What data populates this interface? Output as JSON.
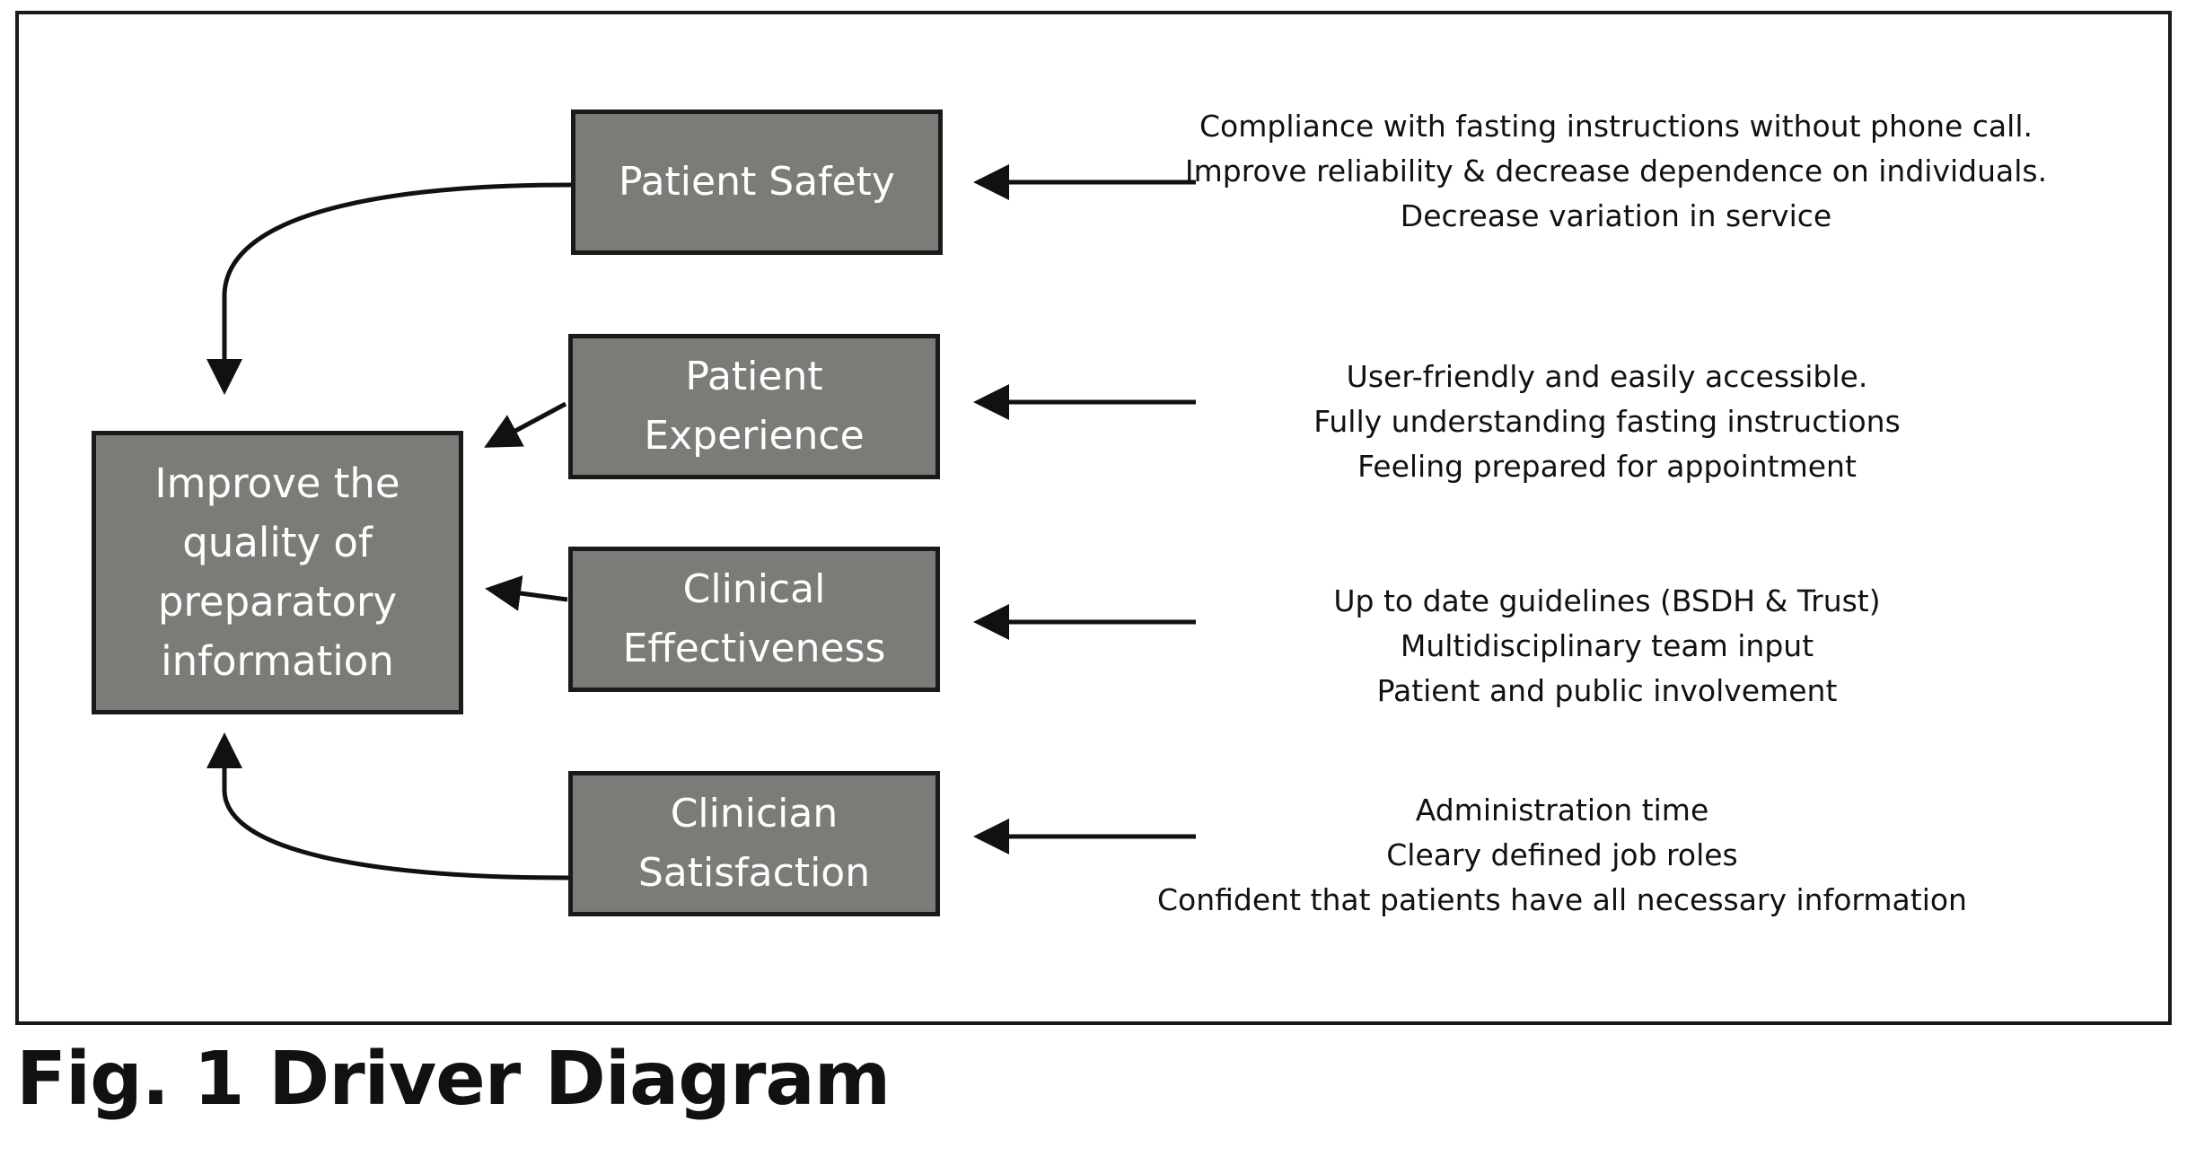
{
  "outcome": {
    "label": "Improve the\nquality of\npreparatory\ninformation"
  },
  "drivers": [
    {
      "label": "Patient Safety",
      "reasons": [
        "Compliance with fasting instructions without phone call.",
        "Improve reliability & decrease dependence on individuals.",
        "Decrease variation in service"
      ]
    },
    {
      "label": "Patient\nExperience",
      "reasons": [
        "User-friendly and easily accessible.",
        "Fully understanding fasting instructions",
        "Feeling prepared for appointment"
      ]
    },
    {
      "label": "Clinical\nEffectiveness",
      "reasons": [
        "Up to date guidelines (BSDH & Trust)",
        "Multidisciplinary team input",
        "Patient and public involvement"
      ]
    },
    {
      "label": "Clinician\nSatisfaction",
      "reasons": [
        "Administration time",
        "Cleary defined job roles",
        "Confident that patients have all necessary information"
      ]
    }
  ],
  "caption": "Fig. 1  Driver Diagram",
  "colors": {
    "box_fill": "#7b7b78",
    "box_border": "#1a1a1a",
    "box_text": "#ffffff",
    "text": "#111111"
  }
}
